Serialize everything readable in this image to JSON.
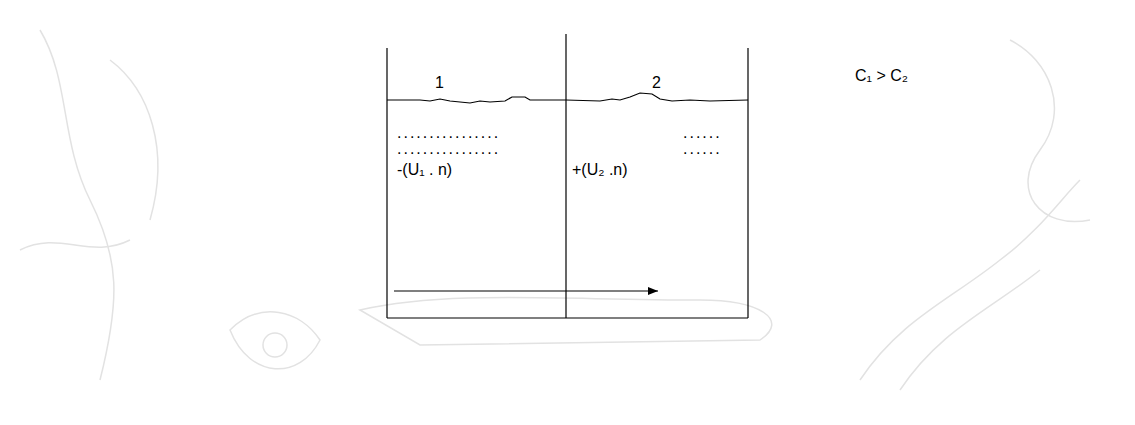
{
  "diagram": {
    "nodes": [
      {
        "text": [
          "1",
          "................",
          "................",
          "-(U₁ . n)"
        ]
      },
      {
        "text": [
          "2",
          "......",
          "......",
          "+(U₂ .n)"
        ]
      }
    ],
    "edges": [
      {
        "from": 0,
        "to": 1,
        "arrow": "to"
      }
    ],
    "labels": [
      "C₁ > C₂"
    ]
  }
}
